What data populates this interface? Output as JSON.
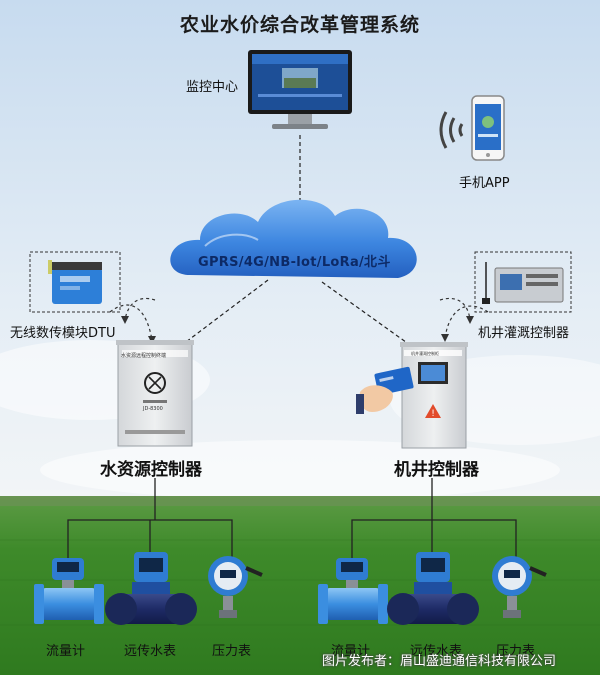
{
  "diagram": {
    "title": "农业水价综合改革管理系统",
    "nodes": {
      "monitor": "监控中心",
      "app": "手机APP",
      "network": "GPRS/4G/NB-lot/LoRa/北斗",
      "dtu": "无线数传模块DTU",
      "irrigation_controller": "机井灌溉控制器",
      "water_resource_controller": "水资源控制器",
      "well_controller": "机井控制器",
      "cabinet_panel": "水资源远程控制终端",
      "cabinet_tag": "JD-8300",
      "well_cabinet_panel": "机井灌溉控制柜"
    },
    "meters_left": [
      "流量计",
      "远传水表",
      "压力表"
    ],
    "meters_right": [
      "流量计",
      "远传水表",
      "压力表"
    ],
    "credit": "图片发布者：眉山盛迪通信科技有限公司"
  },
  "colors": {
    "sky_top": "#c9dcf0",
    "sky_bottom": "#eef4f8",
    "field": "#3f8a2c",
    "cloud": "#2f7de0",
    "meter_blue": "#2f7cd2"
  }
}
